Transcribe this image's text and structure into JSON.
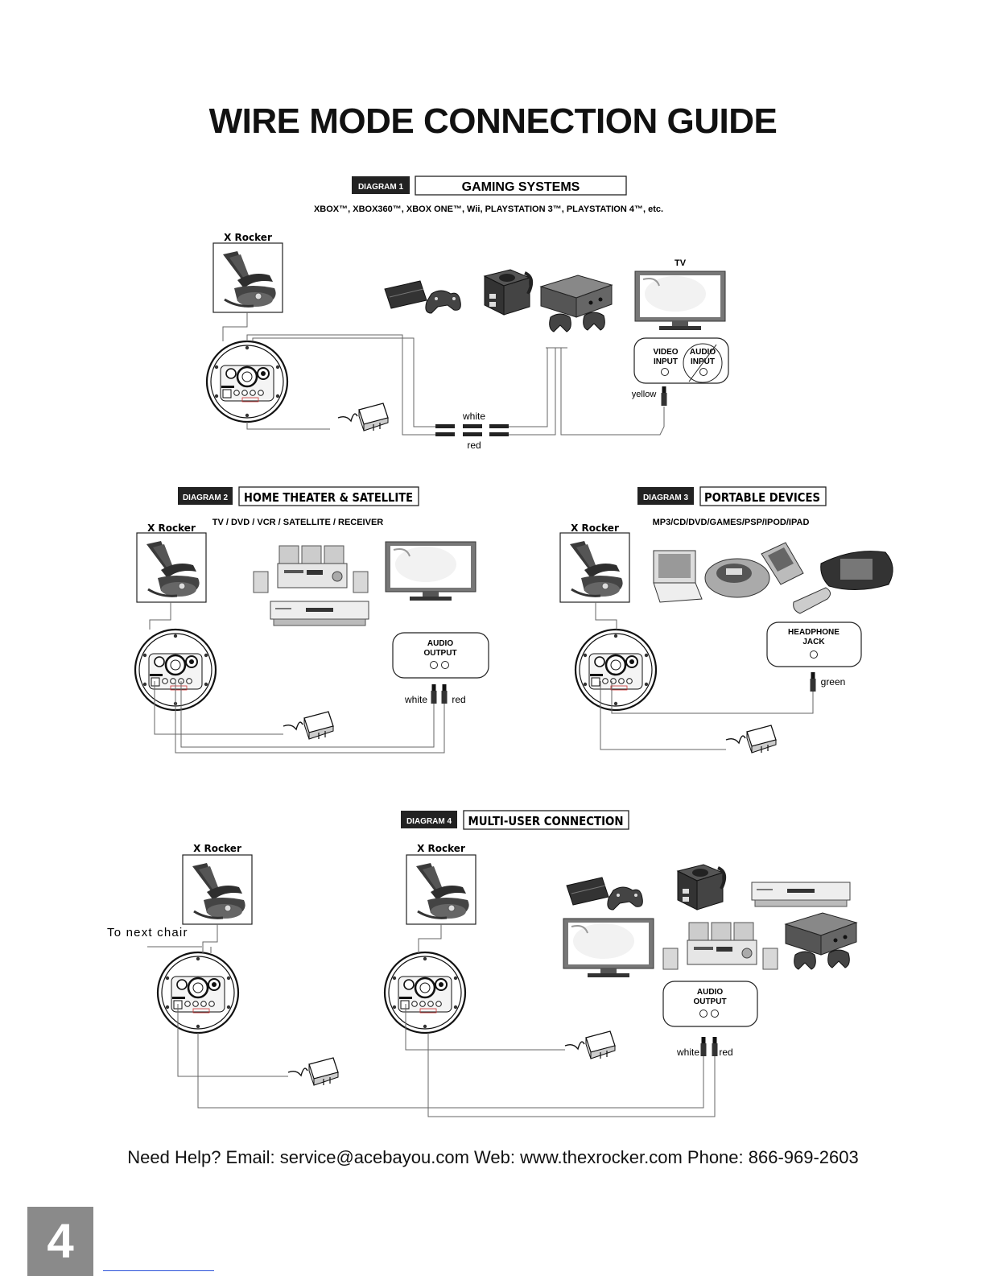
{
  "title": "WIRE MODE CONNECTION GUIDE",
  "diagram1": {
    "tag": "DIAGRAM 1",
    "heading": "GAMING SYSTEMS",
    "consoles_line": "XBOX™, XBOX360™, XBOX ONE™, Wii, PLAYSTATION 3™, PLAYSTATION 4™, etc.",
    "chair_label": "X Rocker",
    "tv_label": "TV",
    "video_input": [
      "VIDEO",
      "INPUT"
    ],
    "audio_input": [
      "AUDIO",
      "INPUT"
    ],
    "cable_yellow": "yellow",
    "cable_white": "white",
    "cable_red": "red"
  },
  "diagram2": {
    "tag": "DIAGRAM 2",
    "heading": "HOME THEATER & SATELLITE",
    "sources_line": "TV / DVD / VCR / SATELLITE / RECEIVER",
    "chair_label": "X Rocker",
    "audio_output": [
      "AUDIO",
      "OUTPUT"
    ],
    "cable_white": "white",
    "cable_red": "red"
  },
  "diagram3": {
    "tag": "DIAGRAM 3",
    "heading": "PORTABLE DEVICES",
    "devices_line": "MP3/CD/DVD/GAMES/PSP/IPOD/IPAD",
    "chair_label": "X Rocker",
    "headphone_jack": [
      "HEADPHONE",
      "JACK"
    ],
    "cable_green": "green"
  },
  "diagram4": {
    "tag": "DIAGRAM 4",
    "heading": "MULTI-USER CONNECTION",
    "chair1_label": "X Rocker",
    "chair2_label": "X Rocker",
    "next_chair": "To next chair",
    "audio_output": [
      "AUDIO",
      "OUTPUT"
    ],
    "cable_white": "white",
    "cable_red": "red"
  },
  "help_line": "Need Help?  Email: service@acebayou.com Web: www.thexrocker.com Phone: 866-969-2603",
  "page_number": "4",
  "colors": {
    "tag_bg": "#222222",
    "page_tab": "#8a8a8a",
    "link_line": "#2a50d8",
    "line": "#555555"
  }
}
